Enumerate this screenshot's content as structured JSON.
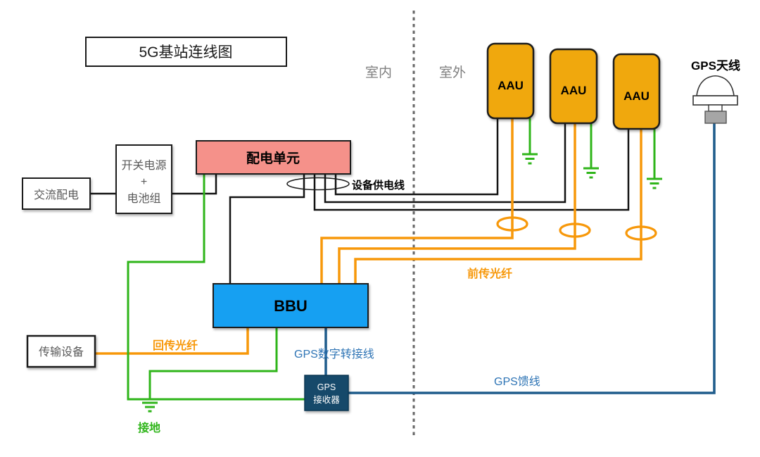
{
  "diagram": {
    "title": "5G基站连线图",
    "zones": {
      "indoor": "室内",
      "outdoor": "室外"
    },
    "nodes": {
      "ac_power": "交流配电",
      "switch_battery": [
        "开关电源",
        "+",
        "电池组"
      ],
      "pdu": "配电单元",
      "bbu": "BBU",
      "transmission": "传输设备",
      "gps_receiver": [
        "GPS",
        "接收器"
      ],
      "aau": "AAU",
      "gps_antenna": "GPS天线"
    },
    "cables": {
      "device_power": "设备供电线",
      "fronthaul_fiber": "前传光纤",
      "backhaul_fiber": "回传光纤",
      "gps_digital": "GPS数字转接线",
      "gps_feeder": "GPS馈线",
      "grounding": "接地"
    },
    "colors": {
      "power_line": "#121212",
      "fiber_line": "#F7980A",
      "ground_line": "#2FB51A",
      "gps_line": "#1F5C8B",
      "gps_label": "#2E74B5",
      "pdu_fill": "#F5918A",
      "aau_fill": "#F0A80A",
      "bbu_fill": "#18A0F2",
      "receiver_fill": "#15496B",
      "antenna_gray": "#A6A6A6",
      "zone_label": "#7F7F7F",
      "divider": "#666666",
      "box_text": "#595959",
      "white_fill": "#FFFFFF"
    }
  }
}
